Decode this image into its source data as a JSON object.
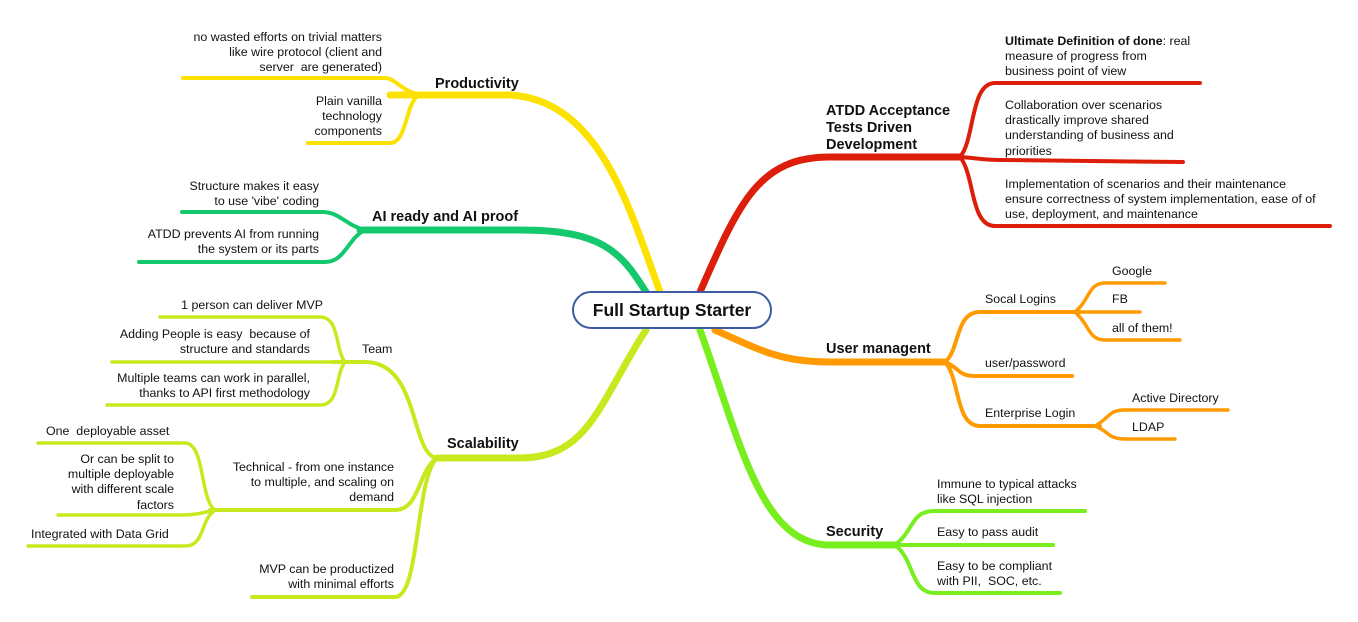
{
  "center": "Full Startup Starter",
  "colors": {
    "productivity": "#fde100",
    "ai": "#14c86e",
    "scalability": "#c6ea1e",
    "atdd": "#dc1e0a",
    "user": "#ff9a00",
    "security": "#79ee1e",
    "center_border": "#3c5aa6"
  },
  "productivity": {
    "title": "Productivity",
    "items": [
      "no wasted efforts on trivial matters\nlike wire protocol (client and\nserver  are generated)",
      "Plain vanilla\ntechnology\ncomponents"
    ]
  },
  "ai": {
    "title": "AI ready and AI proof",
    "items": [
      "Structure makes it easy\nto use 'vibe' coding",
      "ATDD prevents AI from running\nthe system or its parts"
    ]
  },
  "scalability": {
    "title": "Scalability",
    "team": {
      "label": "Team",
      "items": [
        "1 person can deliver MVP",
        "Adding People is easy  because of\nstructure and standards",
        "Multiple teams can work in parallel,\nthanks to API first methodology"
      ]
    },
    "technical": {
      "label": "Technical - from one instance\nto multiple, and scaling on\ndemand",
      "items": [
        "One  deployable asset",
        "Or can be split to\nmultiple deployable\nwith different scale\nfactors",
        "Integrated with Data Grid"
      ]
    },
    "mvp": "MVP can be productized\nwith minimal efforts"
  },
  "atdd": {
    "title": "ATDD Acceptance\nTests Driven\nDevelopment",
    "item1_bold": "Ultimate Definition of done",
    "item1_rest": ": real\nmeasure of progress from\nbusiness point of view",
    "item2": "Collaboration over scenarios\ndrastically improve shared\nunderstanding of business and\npriorities",
    "item3": "Implementation of scenarios and their maintenance\nensure correctness of system implementation, ease of of\nuse, deployment, and maintenance"
  },
  "user": {
    "title": "User managent",
    "social": {
      "label": "Socal Logins",
      "items": [
        "Google",
        "FB",
        "all of them!"
      ]
    },
    "password": "user/password",
    "enterprise": {
      "label": "Enterprise Login",
      "items": [
        "Active Directory",
        "LDAP"
      ]
    }
  },
  "security": {
    "title": "Security",
    "items": [
      "Immune to typical attacks\nlike SQL injection",
      "Easy to pass audit",
      "Easy to be compliant\nwith PII,  SOC, etc."
    ]
  }
}
